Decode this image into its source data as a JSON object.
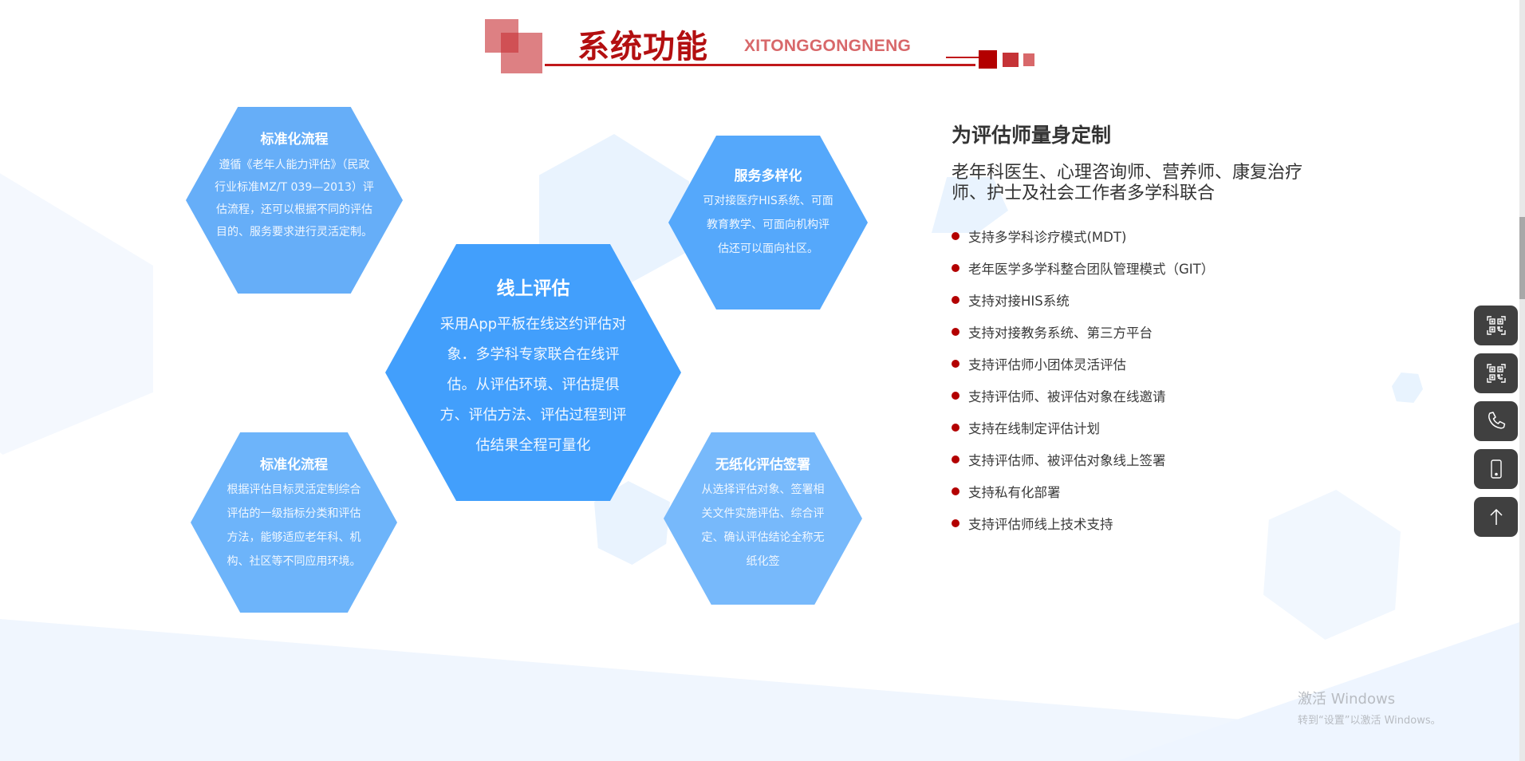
{
  "header": {
    "title_cn": "系统功能",
    "title_en": "XITONGGONGNENG",
    "accent_color": "#b30f10"
  },
  "features": {
    "center": {
      "title": "线上评估",
      "body": "采用App平板在线这约评估对象．多学科专家联合在线评估。从评估环境、评估提俱方、评估方法、评估过程到评估结果全程可量化",
      "color": "#429ffc"
    },
    "top_left": {
      "title": "标准化流程",
      "body": "遵循《老年人能力评估》（民政行业标准MZ/T 039—2013）评估流程，还可以根据不同的评估目的、服务要求进行灵活定制。",
      "color": "#66aef8"
    },
    "top_right": {
      "title": "服务多样化",
      "body": "可对接医疗HIS系统、可面教育教学、可面向机构评估还可以面向社区。",
      "color": "#55a8fb"
    },
    "bottom_left": {
      "title": "标准化流程",
      "body": "根据评估目标灵活定制综合评估的一级指标分类和评估方法，能够适应老年科、机构、社区等不同应用环境。",
      "color": "#6db4fa"
    },
    "bottom_right": {
      "title": "无纸化评估签署",
      "body": "从选择评估对象、签署相关文件实施评估、综合评定、确认评估结论全称无纸化签",
      "color": "#77b9fb"
    }
  },
  "right_panel": {
    "heading": "为评估师量身定制",
    "subheading": "老年科医生、心理咨询师、营养师、康复治疗师、护士及社会工作者多学科联合",
    "bullet_color": "#b30000",
    "items": [
      "支持多学科诊疗模式(MDT)",
      "老年医学多学科整合团队管理模式（GIT）",
      "支持对接HIS系统",
      "支持对接教务系统、第三方平台",
      "支持评估师小团体灵活评估",
      "支持评估师、被评估对象在线邀请",
      "支持在线制定评估计划",
      "支持评估师、被评估对象线上签署",
      "支持私有化部署",
      "支持评估师线上技术支持"
    ]
  },
  "side_tools": [
    {
      "icon": "qr-code-icon"
    },
    {
      "icon": "qr-code-icon"
    },
    {
      "icon": "phone-icon"
    },
    {
      "icon": "mobile-icon"
    },
    {
      "icon": "arrow-up-icon"
    }
  ],
  "watermark": {
    "title": "激活 Windows",
    "subtitle": "转到“设置”以激活 Windows。"
  }
}
